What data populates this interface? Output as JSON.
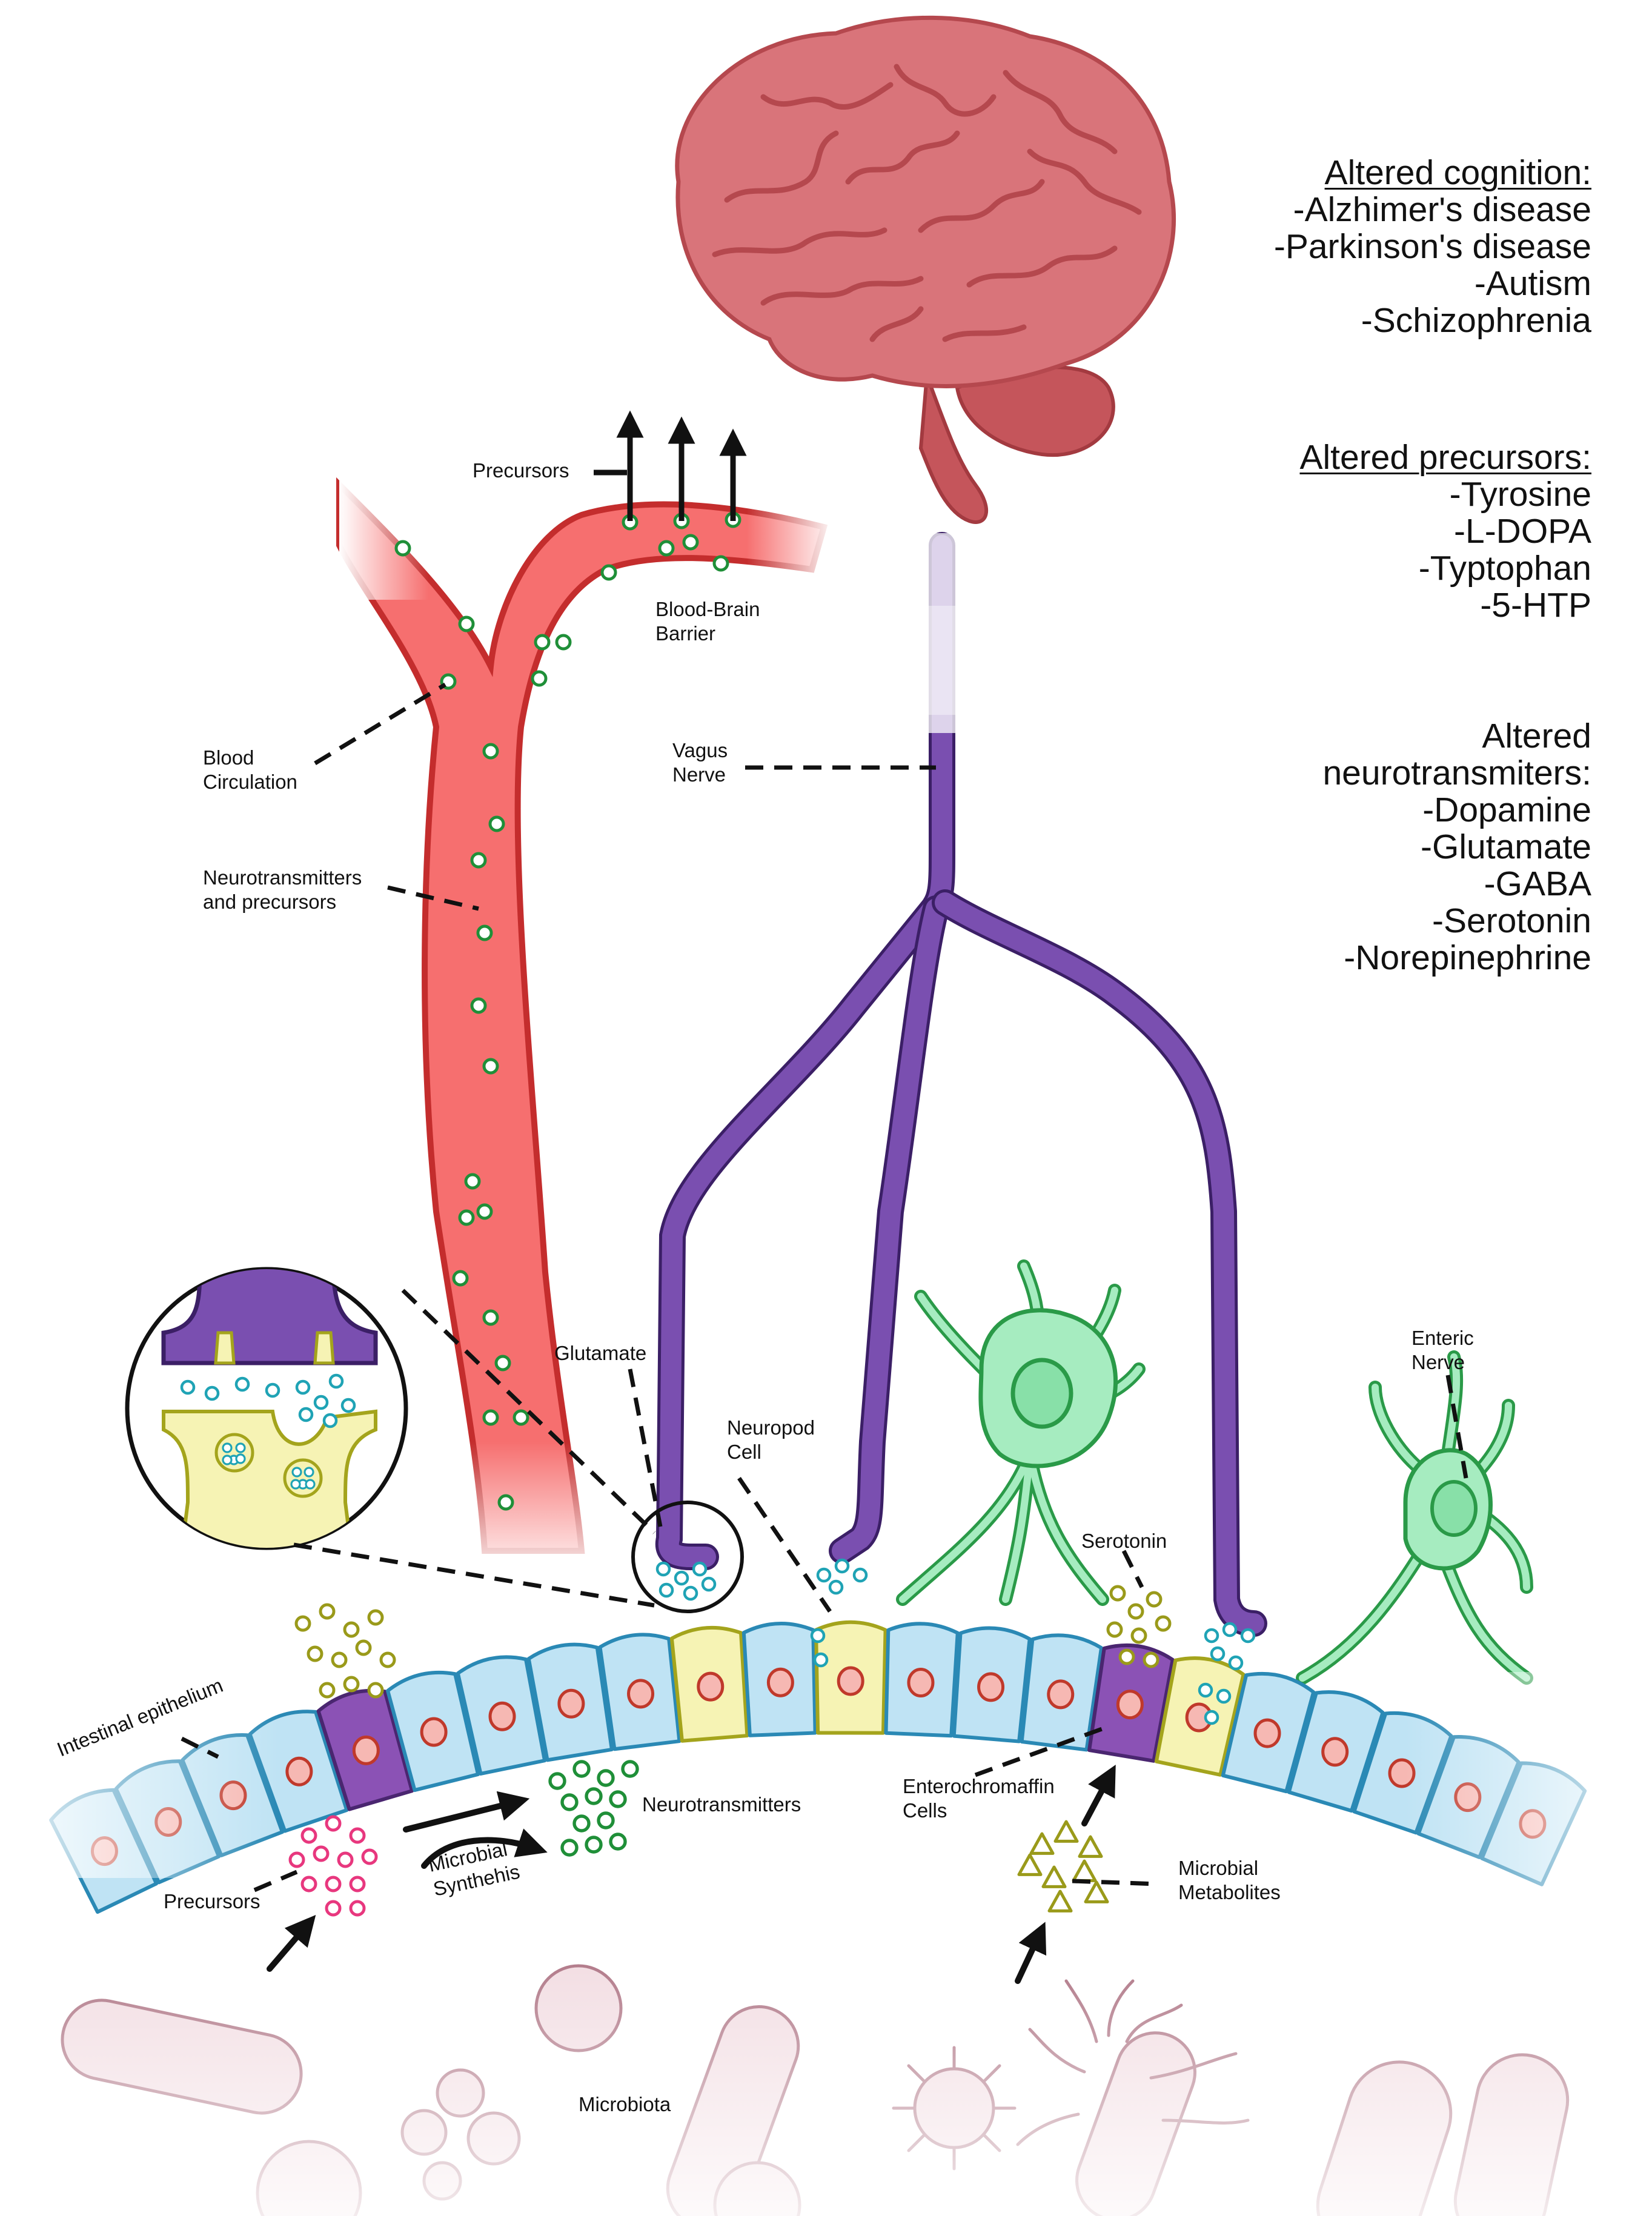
{
  "colors": {
    "brain": "#d9747a",
    "brain_stroke": "#b5484e",
    "brainstem": "#c5555b",
    "blood_vessel": "#f66f6f",
    "vessel_stroke": "#c42d2d",
    "nerve": "#7a4fb0",
    "epithelium_cell": "#bfe3f4",
    "epithelium_stroke": "#2a89b5",
    "neuropod_cell": "#f6f3b4",
    "enterochromaffin_cell": "#8b52b5",
    "nucleus": "#f6b8b3",
    "enteric_neuron": "#a6ecc0",
    "enteric_stroke": "#2a9a48",
    "neurotransmitter_dot": "#1f8f38",
    "precursor_dot": "#e8377e",
    "serotonin_dot": "#9a9a1a",
    "glutamate_dot": "#1fa3b5",
    "microbe": "#e9c9d1"
  },
  "panel": {
    "cognition": {
      "heading": "Altered cognition:",
      "items": [
        "-Alzhimer's disease",
        "-Parkinson's disease",
        "-Autism",
        "-Schizophrenia"
      ]
    },
    "precursors": {
      "heading": "Altered precursors:",
      "items": [
        "-Tyrosine",
        "-L-DOPA",
        "-Typtophan",
        "-5-HTP"
      ]
    },
    "neurotransmitters": {
      "heading": "Altered neurotransmiters:",
      "items": [
        "-Dopamine",
        "-Glutamate",
        "-GABA",
        "-Serotonin",
        "-Norepinephrine"
      ]
    }
  },
  "labels": {
    "precursors_top": "Precursors",
    "bbb_line1": "Blood-Brain",
    "bbb_line2": "Barrier",
    "blood_line1": "Blood",
    "blood_line2": "Circulation",
    "nt_line1": "Neurotransmitters",
    "nt_line2": "and precursors",
    "vagus_line1": "Vagus",
    "vagus_line2": "Nerve",
    "glutamate": "Glutamate",
    "neuropod_line1": "Neuropod",
    "neuropod_line2": "Cell",
    "enteric_line1": "Enteric",
    "enteric_line2": "Nerve",
    "serotonin": "Serotonin",
    "epithelium": "Intestinal epithelium",
    "neurotransmitters": "Neurotransmitters",
    "microbial_line1": "Microbial",
    "microbial_line2": "Synthehis",
    "precursors_bottom": "Precursors",
    "ec_line1": "Enterochromaffin",
    "ec_line2": "Cells",
    "metab_line1": "Microbial",
    "metab_line2": "Metabolites",
    "microbiota": "Microbiota"
  },
  "icons": {
    "brain": "brain-icon",
    "synapse": "synapse-magnifier-icon",
    "enteric_neuron": "enteric-neuron-icon"
  }
}
